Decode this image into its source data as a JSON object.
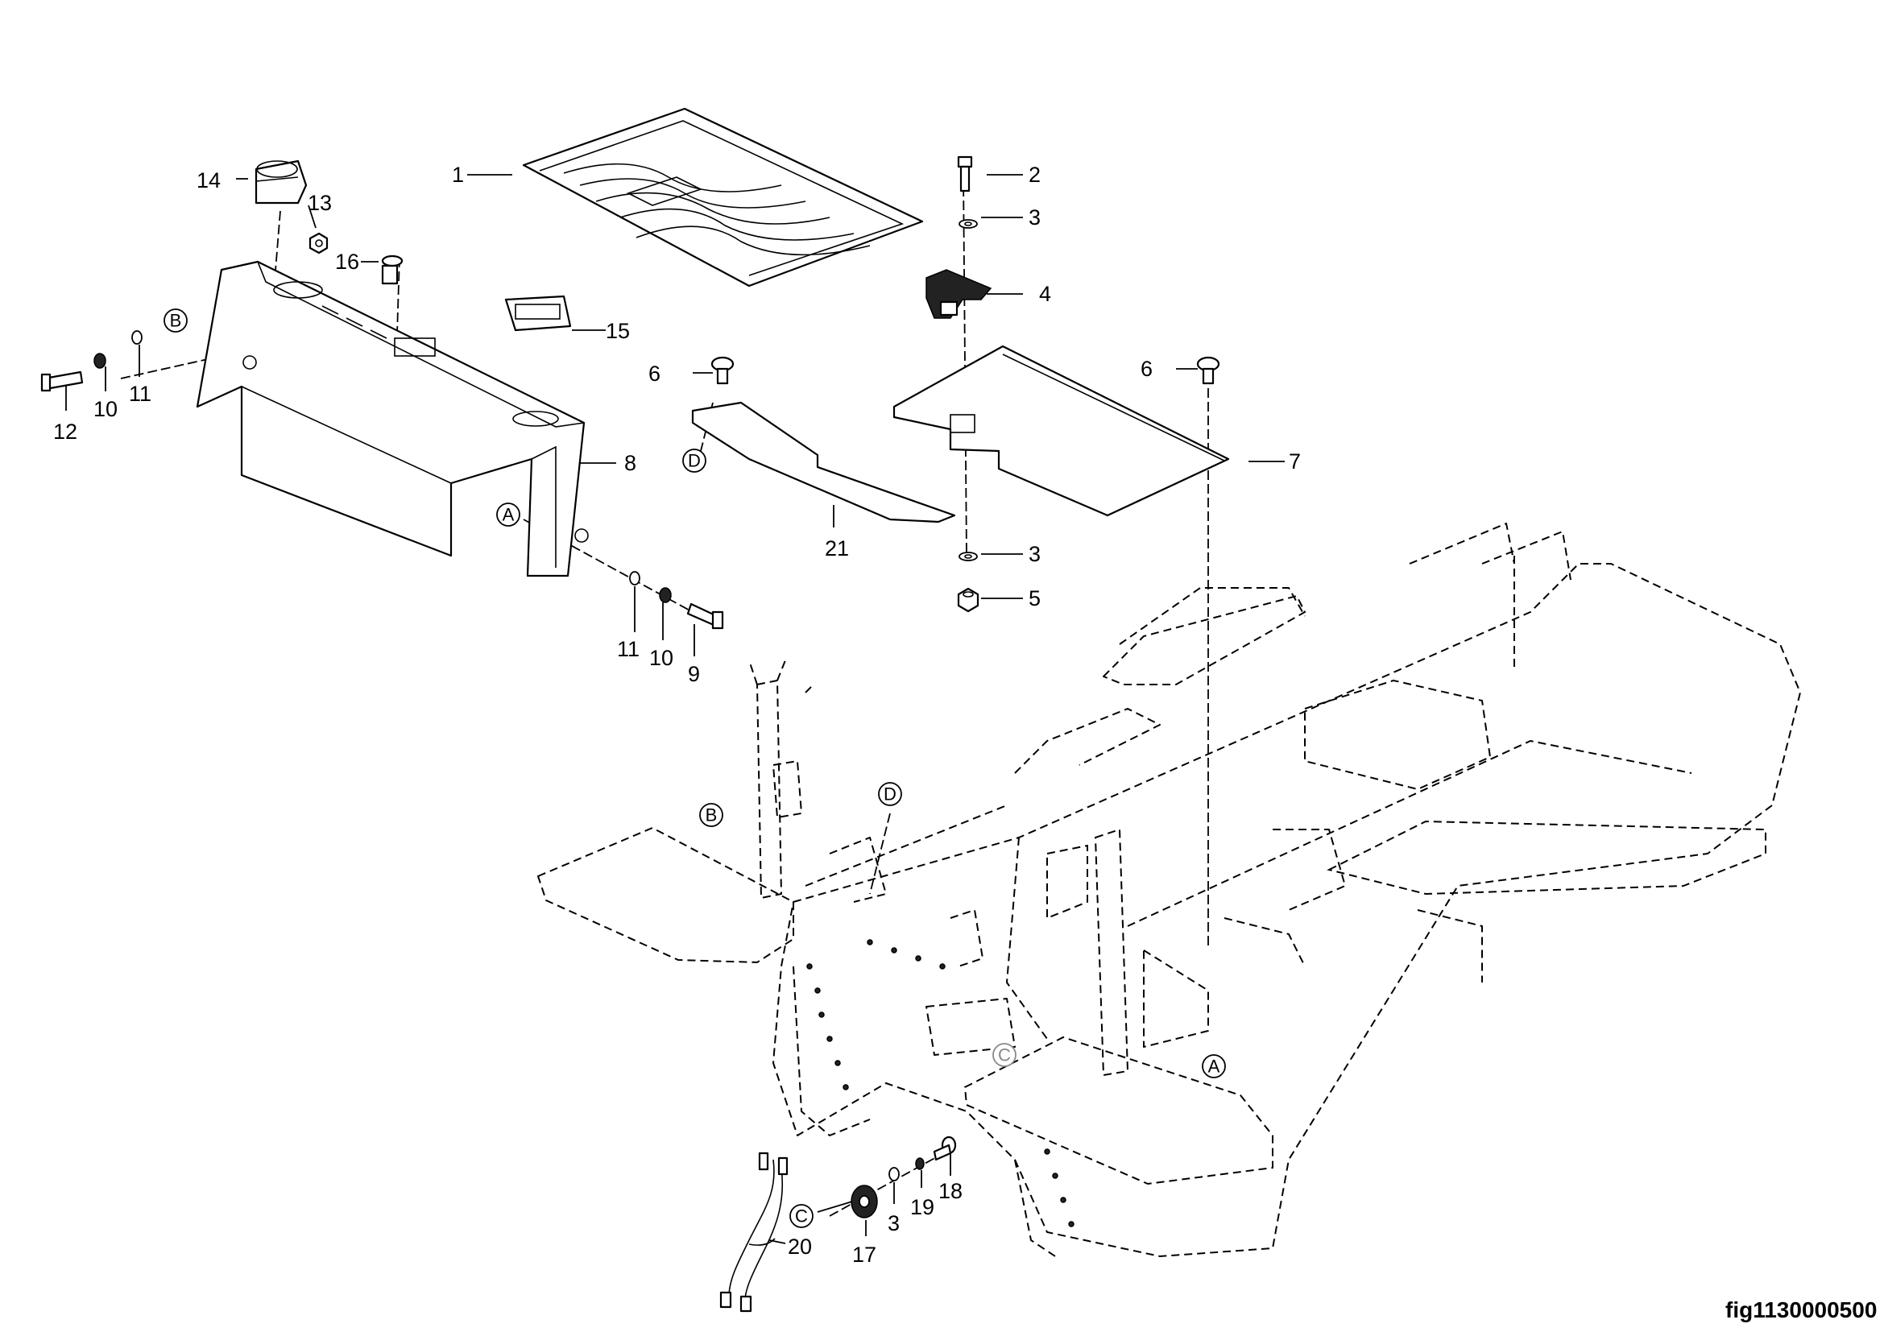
{
  "figure": {
    "id_label": "fig1130000500"
  },
  "callouts": {
    "p1": "1",
    "p2": "2",
    "p3a": "3",
    "p3b": "3",
    "p3c": "3",
    "p4": "4",
    "p5": "5",
    "p6a": "6",
    "p6b": "6",
    "p7": "7",
    "p8": "8",
    "p9": "9",
    "p10a": "10",
    "p10b": "10",
    "p11a": "11",
    "p11b": "11",
    "p12": "12",
    "p13": "13",
    "p14": "14",
    "p15": "15",
    "p16": "16",
    "p17": "17",
    "p18": "18",
    "p19": "19",
    "p20": "20",
    "p21": "21"
  },
  "refs": {
    "A1": "A",
    "A2": "A",
    "B1": "B",
    "B2": "B",
    "C1": "C",
    "C2": "C",
    "D1": "D",
    "D2": "D"
  },
  "colors": {
    "line": "#000000",
    "background": "#ffffff"
  }
}
